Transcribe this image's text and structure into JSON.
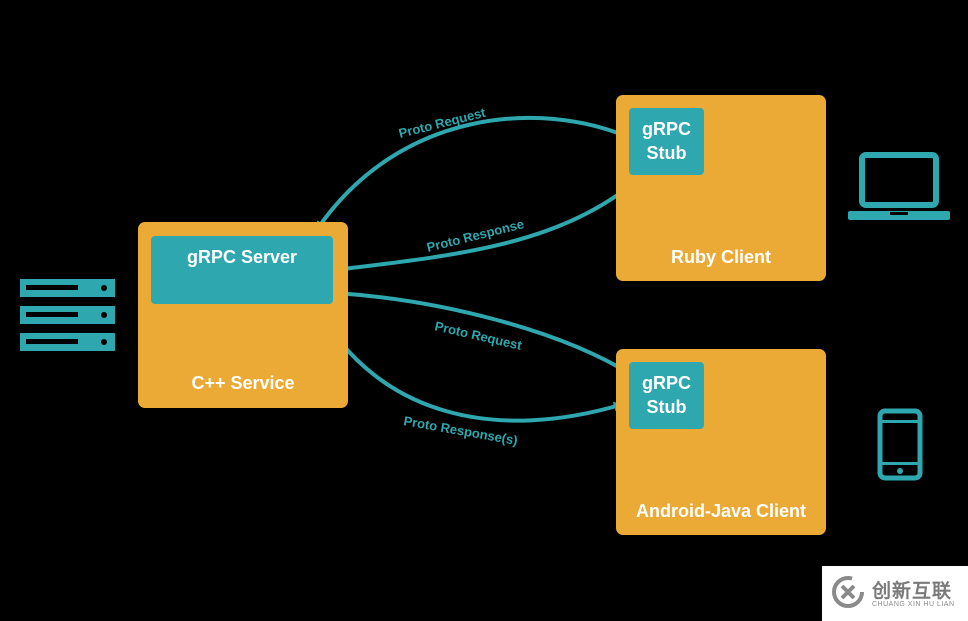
{
  "colors": {
    "background": "#000000",
    "box": "#EBAA36",
    "stub": "#2EA7AE",
    "arrow": "#2EA7AE",
    "text": "#ffffff"
  },
  "server": {
    "inner_label": "gRPC Server",
    "outer_label": "C++ Service"
  },
  "ruby_client": {
    "stub_label_line1": "gRPC",
    "stub_label_line2": "Stub",
    "outer_label": "Ruby Client"
  },
  "android_client": {
    "stub_label_line1": "gRPC",
    "stub_label_line2": "Stub",
    "outer_label": "Android-Java Client"
  },
  "arrows": {
    "ruby_request": "Proto Request",
    "ruby_response": "Proto Response",
    "android_request": "Proto Request",
    "android_response": "Proto Response(s)"
  },
  "icons": {
    "server": "server-rack-icon",
    "laptop": "laptop-icon",
    "phone": "mobile-phone-icon"
  },
  "watermark": {
    "chinese": "创新互联",
    "english": "CHUANG XIN HU LIAN"
  }
}
